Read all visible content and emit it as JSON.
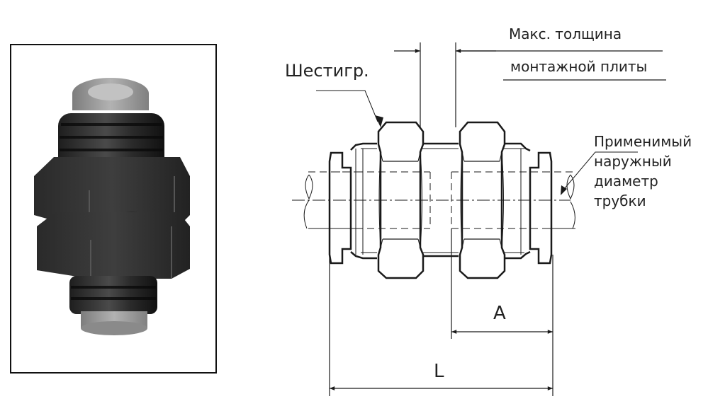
{
  "figure": {
    "type": "technical drawing with product photo",
    "subject": "bulkhead union push-in fitting"
  },
  "photo": {
    "alt": "Product photo of bulkhead union fitting with two hex nuts, threaded body and grey collets"
  },
  "labels": {
    "hex": "Шестигр.",
    "max_thickness_line1": "Макс. толщина",
    "max_thickness_line2": "монтажной плиты",
    "tube_od_line1": "Применимый",
    "tube_od_line2": "наружный",
    "tube_od_line3": "диаметр",
    "tube_od_line4": "трубки",
    "dim_A": "A",
    "dim_L": "L"
  },
  "colors": {
    "line": "#1a1a1a",
    "thin_line": "#444444",
    "body_dark": "#2b2b2b",
    "collet_grey": "#9a9a9a"
  }
}
